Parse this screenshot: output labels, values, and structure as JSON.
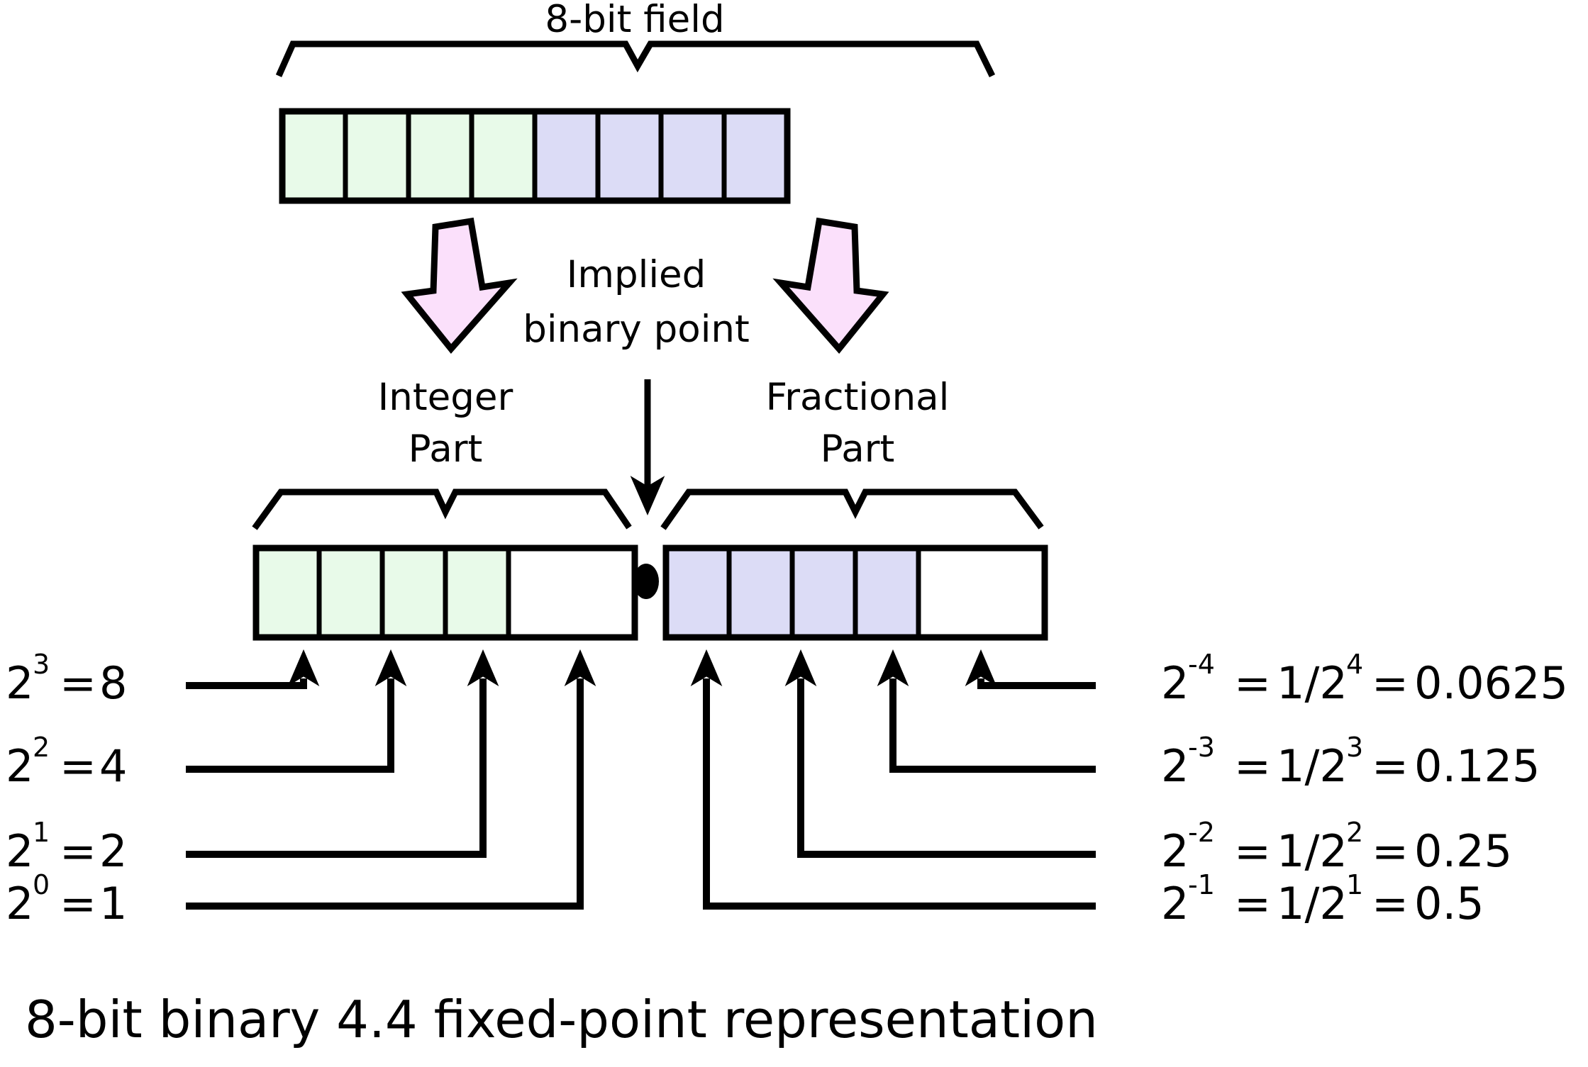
{
  "figure": {
    "caption": "8-bit binary 4.4 fixed-point representation",
    "top_label": "8-bit field",
    "implied_line1": "Implied",
    "implied_line2": "binary point",
    "integer_label_line1": "Integer",
    "integer_label_line2": "Part",
    "fractional_label_line1": "Fractional",
    "fractional_label_line2": "Part",
    "binary_point_symbol": "●"
  },
  "colors": {
    "integer_cell_fill": "#e8fae9",
    "fractional_cell_fill": "#dcdcf6",
    "arrow_fill": "#fbe0fb",
    "stroke": "#000000",
    "background": "#ffffff"
  },
  "top_field": {
    "bit_count": 8,
    "cells": [
      {
        "index": 0,
        "group": "integer"
      },
      {
        "index": 1,
        "group": "integer"
      },
      {
        "index": 2,
        "group": "integer"
      },
      {
        "index": 3,
        "group": "integer"
      },
      {
        "index": 4,
        "group": "fractional"
      },
      {
        "index": 5,
        "group": "fractional"
      },
      {
        "index": 6,
        "group": "fractional"
      },
      {
        "index": 7,
        "group": "fractional"
      }
    ]
  },
  "integer_field": {
    "bit_count": 4,
    "cells": [
      {
        "index": 0
      },
      {
        "index": 1
      },
      {
        "index": 2
      },
      {
        "index": 3
      }
    ]
  },
  "fractional_field": {
    "bit_count": 4,
    "cells": [
      {
        "index": 0
      },
      {
        "index": 1
      },
      {
        "index": 2
      },
      {
        "index": 3
      }
    ]
  },
  "left_weights": [
    {
      "base": "2",
      "exp": "3",
      "eq": "=",
      "value": "8"
    },
    {
      "base": "2",
      "exp": "2",
      "eq": "=",
      "value": "4"
    },
    {
      "base": "2",
      "exp": "1",
      "eq": "=",
      "value": "2"
    },
    {
      "base": "2",
      "exp": "0",
      "eq": "=",
      "value": "1"
    }
  ],
  "right_weights": [
    {
      "base": "2",
      "exp": "-4",
      "eq1": "=",
      "frac_base": "1/2",
      "frac_exp": "4",
      "eq2": "=",
      "value": "0.0625"
    },
    {
      "base": "2",
      "exp": "-3",
      "eq1": "=",
      "frac_base": "1/2",
      "frac_exp": "3",
      "eq2": "=",
      "value": "0.125"
    },
    {
      "base": "2",
      "exp": "-2",
      "eq1": "=",
      "frac_base": "1/2",
      "frac_exp": "2",
      "eq2": "=",
      "value": "0.25"
    },
    {
      "base": "2",
      "exp": "-1",
      "eq1": "=",
      "frac_base": "1/2",
      "frac_exp": "1",
      "eq2": "=",
      "value": "0.5"
    }
  ]
}
